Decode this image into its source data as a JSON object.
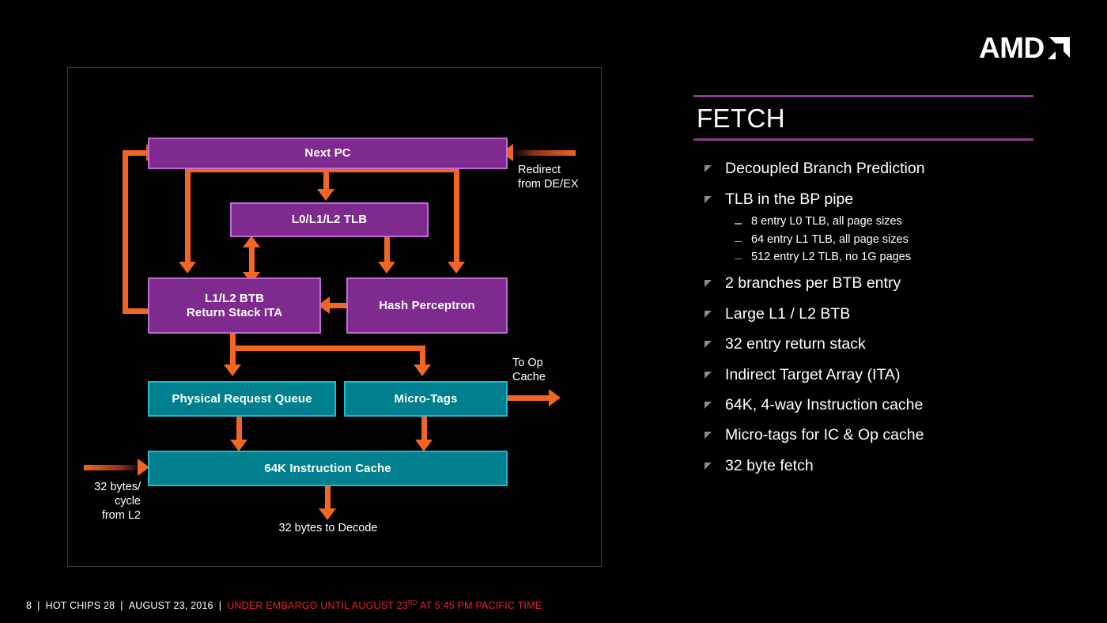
{
  "logo": {
    "word": "AMD",
    "mark": "amd-arrow-mark"
  },
  "diagram": {
    "blocks": [
      {
        "id": "next-pc",
        "label": "Next PC",
        "color": "purple"
      },
      {
        "id": "tlb",
        "label": "L0/L1/L2 TLB",
        "color": "purple"
      },
      {
        "id": "btb",
        "label": "L1/L2 BTB\nReturn Stack ITA",
        "color": "purple"
      },
      {
        "id": "hash-perceptron",
        "label": "Hash Perceptron",
        "color": "purple"
      },
      {
        "id": "physical-request-queue",
        "label": "Physical Request Queue",
        "color": "teal"
      },
      {
        "id": "micro-tags",
        "label": "Micro-Tags",
        "color": "teal"
      },
      {
        "id": "instruction-cache",
        "label": "64K Instruction Cache",
        "color": "teal"
      }
    ],
    "labels": {
      "redirect": "Redirect\nfrom DE/EX",
      "to_op_cache": "To Op\nCache",
      "from_l2": "32 bytes/\ncycle\nfrom L2",
      "to_decode": "32 bytes to Decode"
    }
  },
  "panel": {
    "title": "FETCH",
    "bullets": [
      {
        "text": "Decoupled Branch Prediction",
        "sub": []
      },
      {
        "text": "TLB in the BP pipe",
        "sub": [
          "8 entry L0 TLB, all page sizes",
          "64 entry L1 TLB, all page sizes",
          "512 entry L2 TLB, no 1G pages"
        ]
      },
      {
        "text": "2 branches per BTB entry",
        "sub": []
      },
      {
        "text": "Large L1 / L2 BTB",
        "sub": []
      },
      {
        "text": "32 entry return stack",
        "sub": []
      },
      {
        "text": "Indirect Target Array (ITA)",
        "sub": []
      },
      {
        "text": "64K, 4-way Instruction cache",
        "sub": []
      },
      {
        "text": "Micro-tags for IC & Op cache",
        "sub": []
      },
      {
        "text": "32 byte fetch",
        "sub": []
      }
    ]
  },
  "footer": {
    "page": "8",
    "event": "HOT CHIPS 28",
    "date": "AUGUST 23, 2016",
    "embargo_pre": "UNDER EMBARGO UNTIL  AUGUST 23",
    "embargo_sup": "RD",
    "embargo_post": " AT 5:45 PM PACIFIC TIME",
    "separator": "|"
  },
  "colors": {
    "background": "#000000",
    "purple_fill": "#7E2A8E",
    "purple_border": "#C16BD4",
    "teal_fill": "#00808E",
    "teal_border": "#22B8CC",
    "arrow_orange": "#F26522",
    "rule_purple": "#8E3A94",
    "embargo_red": "#E8252B"
  }
}
